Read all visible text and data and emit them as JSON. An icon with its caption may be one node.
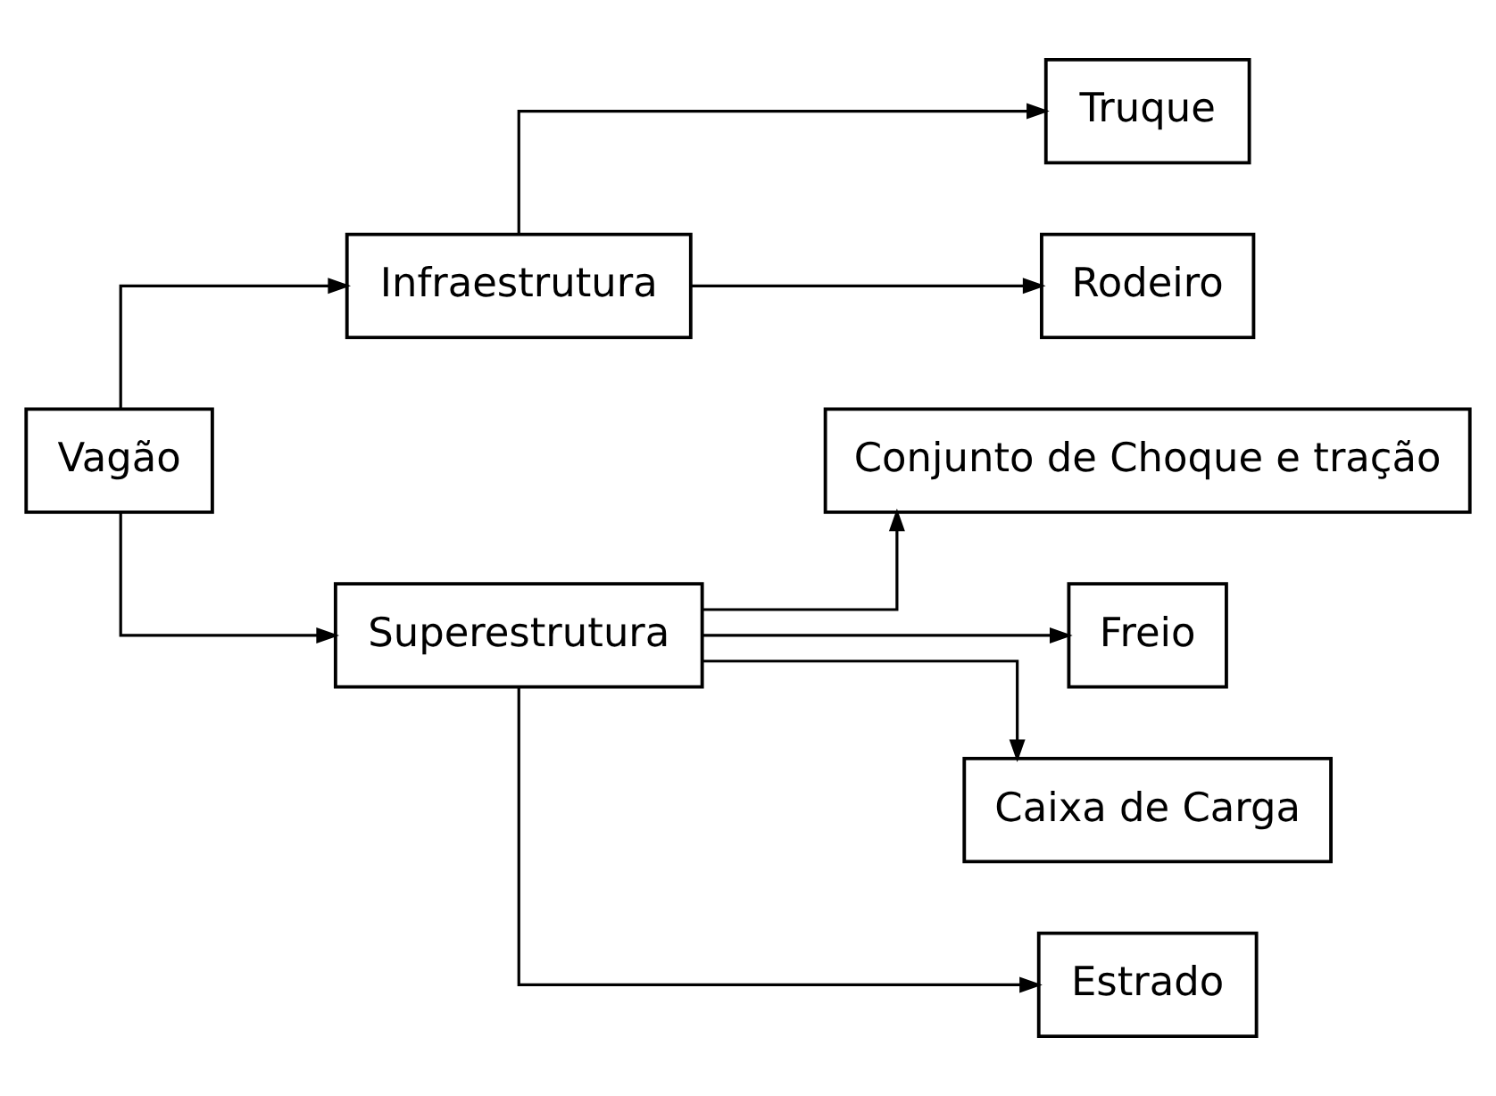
{
  "diagram": {
    "nodes": [
      {
        "text": [
          "Vagão"
        ]
      },
      {
        "text": [
          "Infraestrutura"
        ]
      },
      {
        "text": [
          "Truque"
        ]
      },
      {
        "text": [
          "Rodeiro"
        ]
      },
      {
        "text": [
          "Superestrutura"
        ]
      },
      {
        "text": [
          "Conjunto de Choque e tração"
        ]
      },
      {
        "text": [
          "Freio"
        ]
      },
      {
        "text": [
          "Caixa de Carga"
        ]
      },
      {
        "text": [
          "Estrado"
        ]
      }
    ],
    "edges": [
      {
        "from": 0,
        "to": 1,
        "arrow": "to"
      },
      {
        "from": 0,
        "to": 4,
        "arrow": "to"
      },
      {
        "from": 1,
        "to": 2,
        "arrow": "to"
      },
      {
        "from": 1,
        "to": 3,
        "arrow": "to"
      },
      {
        "from": 4,
        "to": 5,
        "arrow": "to"
      },
      {
        "from": 4,
        "to": 6,
        "arrow": "to"
      },
      {
        "from": 4,
        "to": 7,
        "arrow": "to"
      },
      {
        "from": 4,
        "to": 8,
        "arrow": "to"
      }
    ]
  }
}
